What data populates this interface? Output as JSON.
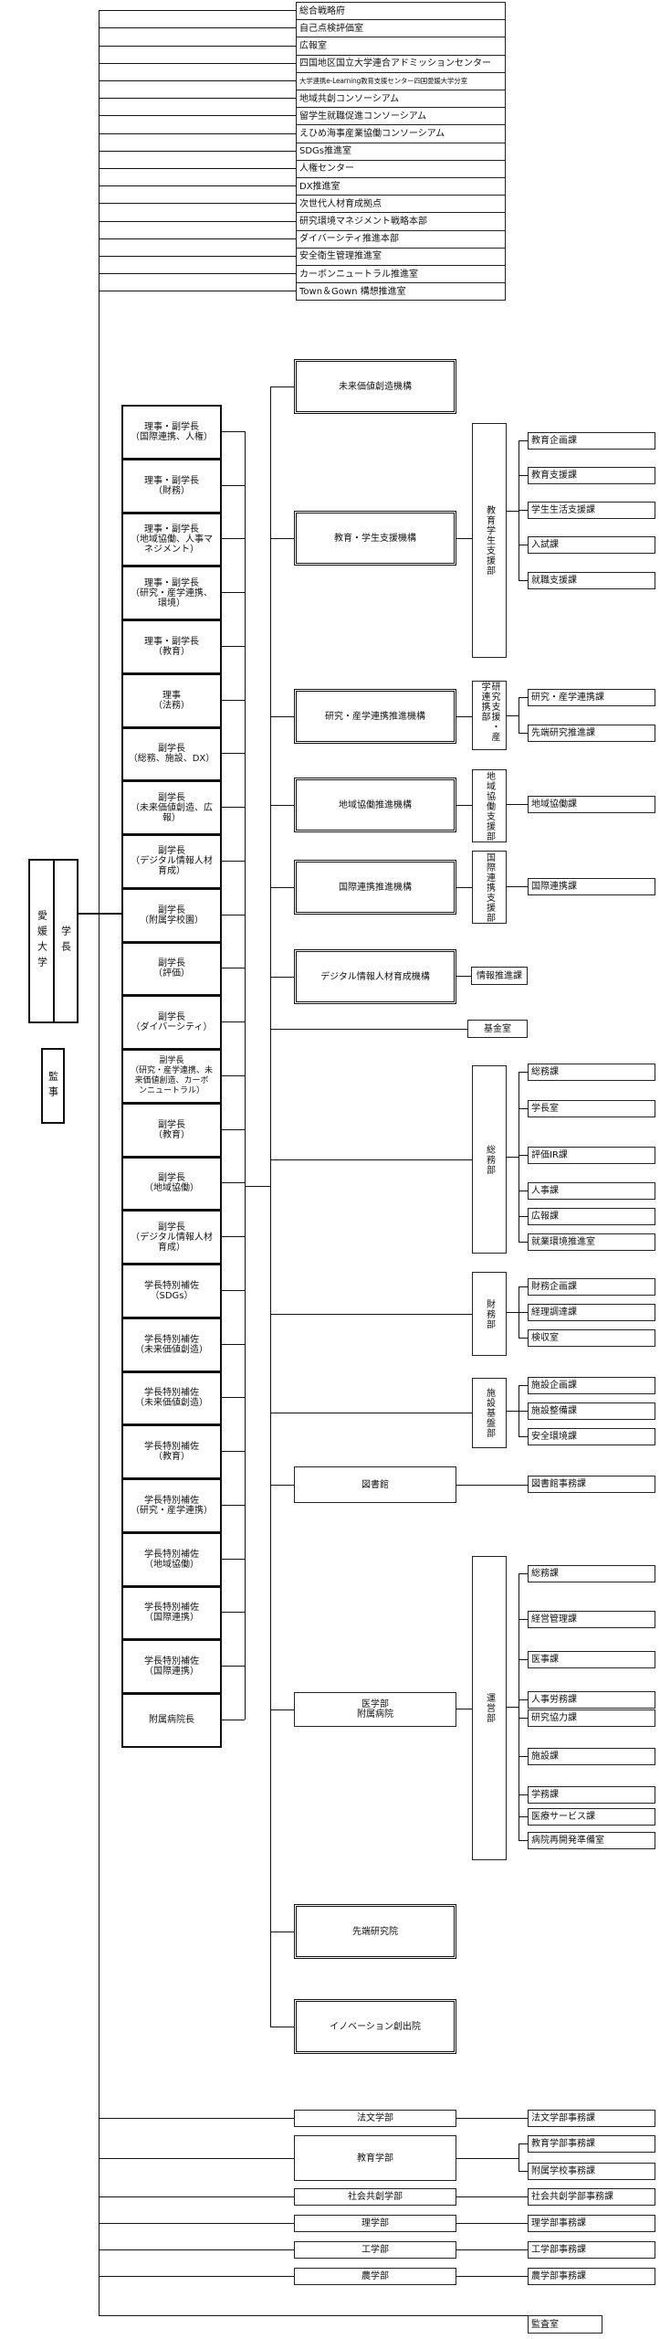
{
  "top_offices": [
    "総合戦略府",
    "自己点検評価室",
    "広報室",
    "四国地区国立大学連合アドミッションセンター",
    "大学連携e-Learning教育支援センター四国愛媛大学分室",
    "地域共創コンソーシアム",
    "留学生就職促進コンソーシアム",
    "えひめ海事産業協働コンソーシアム",
    "SDGs推進室",
    "人権センター",
    "DX推進室",
    "次世代人材育成拠点",
    "研究環境マネジメント戦略本部",
    "ダイバーシティ推進本部",
    "安全衛生管理推進室",
    "カーボンニュートラル推進室",
    "Town＆Gown 構想推進室"
  ],
  "university": "愛媛大学",
  "president": "学長",
  "auditor": "監事",
  "executives": [
    "理事・副学長\n（国際連携、人権）",
    "理事・副学長\n（財務）",
    "理事・副学長\n（地域協働、人事マ\nネジメント）",
    "理事・副学長\n（研究・産学連携、\n環境）",
    "理事・副学長\n（教育）",
    "理事\n（法務）",
    "副学長\n（総務、施設、DX）",
    "副学長\n（未来価値創造、広\n報）",
    "副学長\n（デジタル情報人材\n育成）",
    "副学長\n（附属学校園）",
    "副学長\n（評価）",
    "副学長\n（ダイバーシティ）",
    "副学長\n（研究・産学連携、未\n来価値創造、カーボ\nンニュートラル）",
    "副学長\n（教育）",
    "副学長\n（地域協働）",
    "副学長\n（デジタル情報人材\n育成）",
    "学長特別補佐\n（SDGs）",
    "学長特別補佐\n（未来価値創造）",
    "学長特別補佐\n（未来価値創造）",
    "学長特別補佐\n（教育）",
    "学長特別補佐\n（研究・産学連携）",
    "学長特別補佐\n（地域協働）",
    "学長特別補佐\n（国際連携）",
    "学長特別補佐\n（国際連携）",
    "附属病院長"
  ],
  "organizations": {
    "mirai": "未来価値創造機構",
    "kyoiku_gakusei": "教育・学生支援機構",
    "kenkyu_sangaku": "研究・産学連携推進機構",
    "chiiki_kyodo": "地域協働推進機構",
    "kokusai": "国際連携推進機構",
    "digital": "デジタル情報人材育成機構",
    "kikin": "基金室",
    "library": "図書館",
    "medical": "医学部\n附属病院",
    "senkan": "先端研究院",
    "innovation": "イノベーション創出院"
  },
  "support_depts": {
    "kyoiku_gakusei": "教育学生支援部",
    "kenkyu": "研究支援・産学連携部",
    "chiiki": "地域協働支援部",
    "kokusai": "国際連携支援部",
    "somu": "総務部",
    "zaimu": "財務部",
    "shisetsu": "施設基盤部",
    "unei": "運営部"
  },
  "sections": {
    "kyoiku_gakusei": [
      "教育企画課",
      "教育支援課",
      "学生生活支援課",
      "入試課",
      "就職支援課"
    ],
    "kenkyu": [
      "研究・産学連携課",
      "先端研究推進課"
    ],
    "chiiki": [
      "地域協働課"
    ],
    "kokusai": [
      "国際連携課"
    ],
    "digital": [
      "情報推進課"
    ],
    "somu": [
      "総務課",
      "学長室",
      "評価IR課",
      "人事課",
      "広報課",
      "就業環境推進室"
    ],
    "zaimu": [
      "財務企画課",
      "経理調達課",
      "検収室"
    ],
    "shisetsu": [
      "施設企画課",
      "施設整備課",
      "安全環境課"
    ],
    "library": [
      "図書館事務課"
    ],
    "unei": [
      "総務課",
      "経営管理課",
      "医事課",
      "人事労務課",
      "研究協力課",
      "施設課",
      "学務課",
      "医療サービス課",
      "病院再開発準備室"
    ]
  },
  "faculties": [
    {
      "name": "法文学部",
      "offices": [
        "法文学部事務課"
      ]
    },
    {
      "name": "教育学部",
      "offices": [
        "教育学部事務課",
        "附属学校事務課"
      ]
    },
    {
      "name": "社会共創学部",
      "offices": [
        "社会共創学部事務課"
      ]
    },
    {
      "name": "理学部",
      "offices": [
        "理学部事務課"
      ]
    },
    {
      "name": "工学部",
      "offices": [
        "工学部事務課"
      ]
    },
    {
      "name": "農学部",
      "offices": [
        "農学部事務課"
      ]
    }
  ],
  "audit_office": "監査室"
}
